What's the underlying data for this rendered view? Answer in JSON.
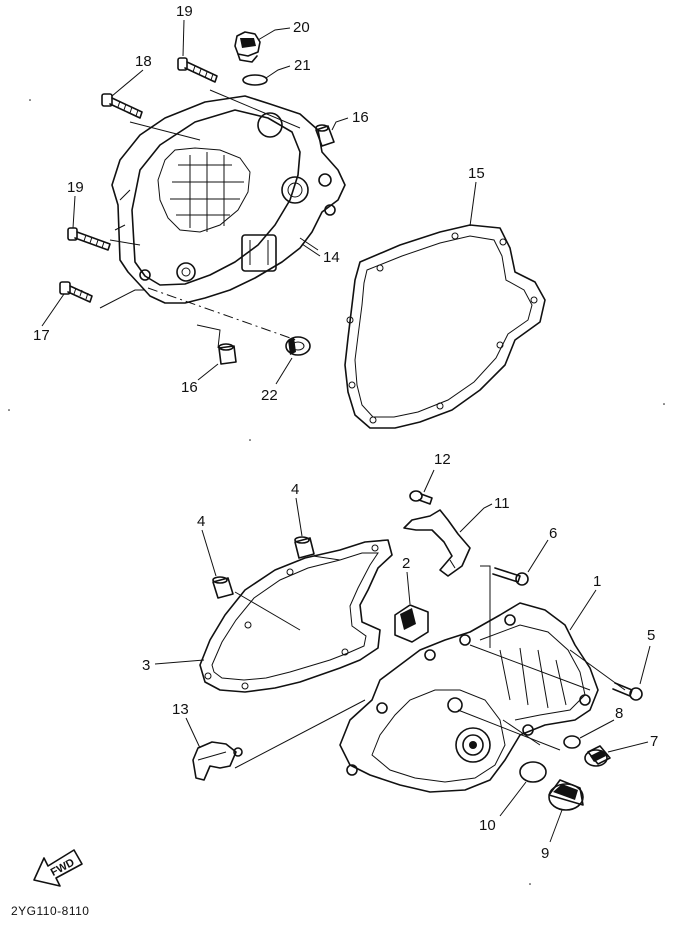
{
  "diagram_code": "2YG110-8110",
  "fwd_label": "FWD",
  "callouts": [
    {
      "id": "c19a",
      "label": "19"
    },
    {
      "id": "c20",
      "label": "20"
    },
    {
      "id": "c21",
      "label": "21"
    },
    {
      "id": "c18",
      "label": "18"
    },
    {
      "id": "c16a",
      "label": "16"
    },
    {
      "id": "c15",
      "label": "15"
    },
    {
      "id": "c19b",
      "label": "19"
    },
    {
      "id": "c14",
      "label": "14"
    },
    {
      "id": "c17",
      "label": "17"
    },
    {
      "id": "c16b",
      "label": "16"
    },
    {
      "id": "c22",
      "label": "22"
    },
    {
      "id": "c12",
      "label": "12"
    },
    {
      "id": "c4a",
      "label": "4"
    },
    {
      "id": "c11",
      "label": "11"
    },
    {
      "id": "c4b",
      "label": "4"
    },
    {
      "id": "c6",
      "label": "6"
    },
    {
      "id": "c2",
      "label": "2"
    },
    {
      "id": "c1",
      "label": "1"
    },
    {
      "id": "c3",
      "label": "3"
    },
    {
      "id": "c5",
      "label": "5"
    },
    {
      "id": "c8",
      "label": "8"
    },
    {
      "id": "c13",
      "label": "13"
    },
    {
      "id": "c7",
      "label": "7"
    },
    {
      "id": "c10",
      "label": "10"
    },
    {
      "id": "c9",
      "label": "9"
    }
  ]
}
